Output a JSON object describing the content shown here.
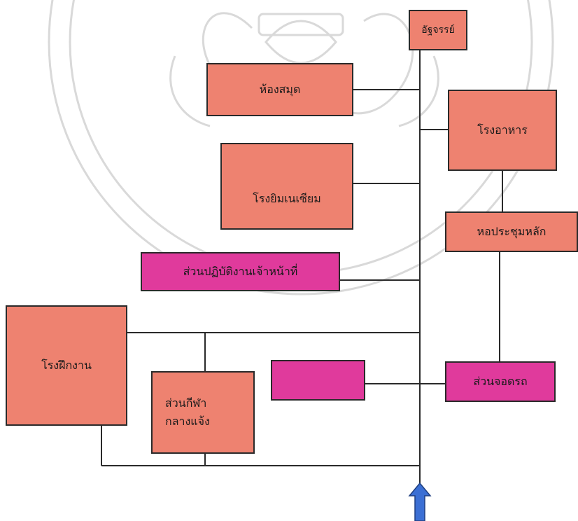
{
  "diagram": {
    "nodes": {
      "office": {
        "label": "อัฐจรรย์"
      },
      "library": {
        "label": "ห้องสมุด"
      },
      "canteen": {
        "label": "โรงอาหาร"
      },
      "gym": {
        "label": "โรงยิมเนเซียม"
      },
      "hall": {
        "label": "หอประชุมหลัก"
      },
      "staff_area": {
        "label": "ส่วนปฏิบัติงานเจ้าหน้าที่"
      },
      "workshop": {
        "label": "โรงฝึกงาน"
      },
      "outdoor_sports": {
        "label": "ส่วนกีฬา\nกลางแจ้ง"
      },
      "unlabeled_area": {
        "label": ""
      },
      "parking": {
        "label": "ส่วนจอดรถ"
      }
    },
    "entrance_arrow_color": "#3b6fd4",
    "colors": {
      "building": "#ee8270",
      "service_area": "#e03a9c",
      "line": "#2a2a2a"
    }
  }
}
